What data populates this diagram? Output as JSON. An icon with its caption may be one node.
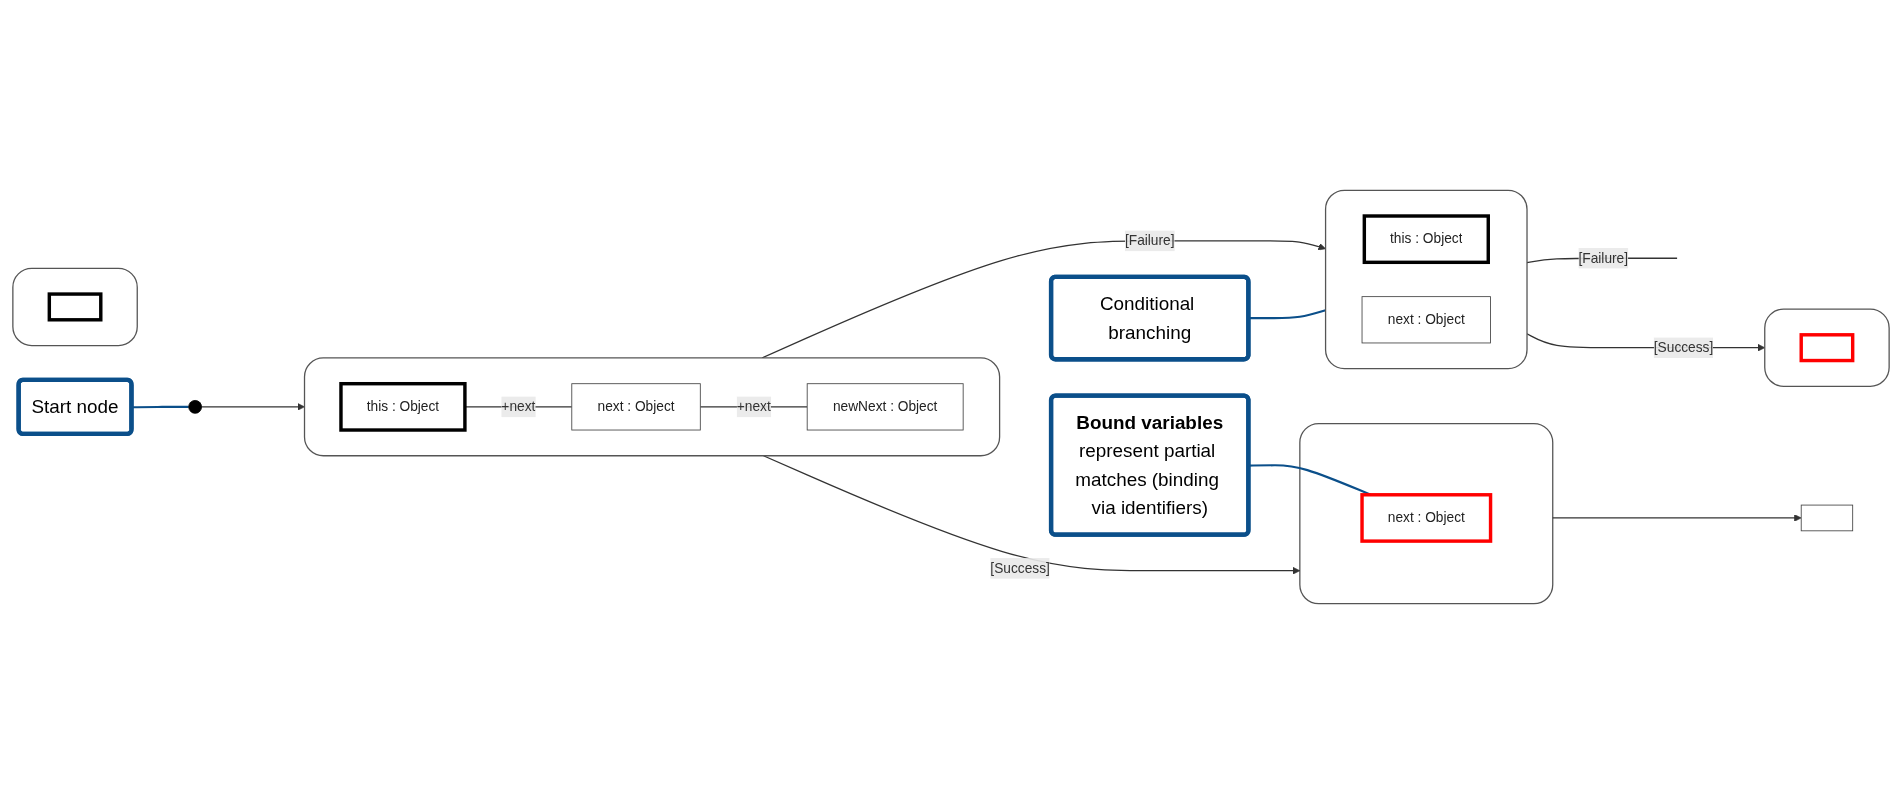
{
  "diagram": {
    "nodes": [
      {
        "text": [],
        "shape": "circle"
      },
      {
        "text": [],
        "shape": "box"
      },
      {
        "text": [
          "this : Object"
        ],
        "in": 1
      },
      {
        "text": [
          "next : Object"
        ],
        "in": 1
      },
      {
        "text": [
          "newNext : Object"
        ],
        "in": 1
      },
      {
        "text": [],
        "shape": "box"
      },
      {
        "text": [
          "next : Object"
        ],
        "in": 5
      },
      {
        "text": [],
        "shape": "box"
      },
      {
        "text": [],
        "shape": "box"
      },
      {
        "text": [
          "this : Object"
        ],
        "in": 8
      },
      {
        "text": [
          "next : Object"
        ],
        "in": 8
      },
      {
        "text": [],
        "shape": "box"
      },
      {
        "text": [],
        "shape": "box",
        "in": 11
      },
      {
        "text": [],
        "shape": "box"
      },
      {
        "text": [],
        "shape": "box",
        "in": 13
      },
      {
        "text": [
          "Start node"
        ]
      },
      {
        "text": [
          "Bound variables",
          "represent partial matches (binding via identifiers)"
        ]
      },
      {
        "text": [
          "Conditional branching"
        ]
      }
    ],
    "edges": [
      {
        "from": 0,
        "to": 1,
        "arrow": "to"
      },
      {
        "from": 2,
        "to": 3,
        "arrow": "none",
        "label": "+next"
      },
      {
        "from": 3,
        "to": 4,
        "arrow": "none",
        "label": "+next"
      },
      {
        "from": 1,
        "to": 5,
        "arrow": "to",
        "label": "[Success]"
      },
      {
        "from": 5,
        "to": 7,
        "arrow": "to"
      },
      {
        "from": 1,
        "to": 8,
        "arrow": "to",
        "label": "[Failure]"
      },
      {
        "from": 8,
        "to": 11,
        "arrow": "to",
        "label": "[Success]"
      },
      {
        "from": 8,
        "to": null,
        "arrow": "none",
        "label": "[Failure]"
      },
      {
        "from": 15,
        "to": 0,
        "arrow": "none",
        "color": "#0b4f8a"
      },
      {
        "from": 16,
        "to": 6,
        "arrow": "none",
        "color": "#0b4f8a"
      },
      {
        "from": 17,
        "to": 8,
        "arrow": "none",
        "color": "#0b4f8a"
      }
    ]
  }
}
